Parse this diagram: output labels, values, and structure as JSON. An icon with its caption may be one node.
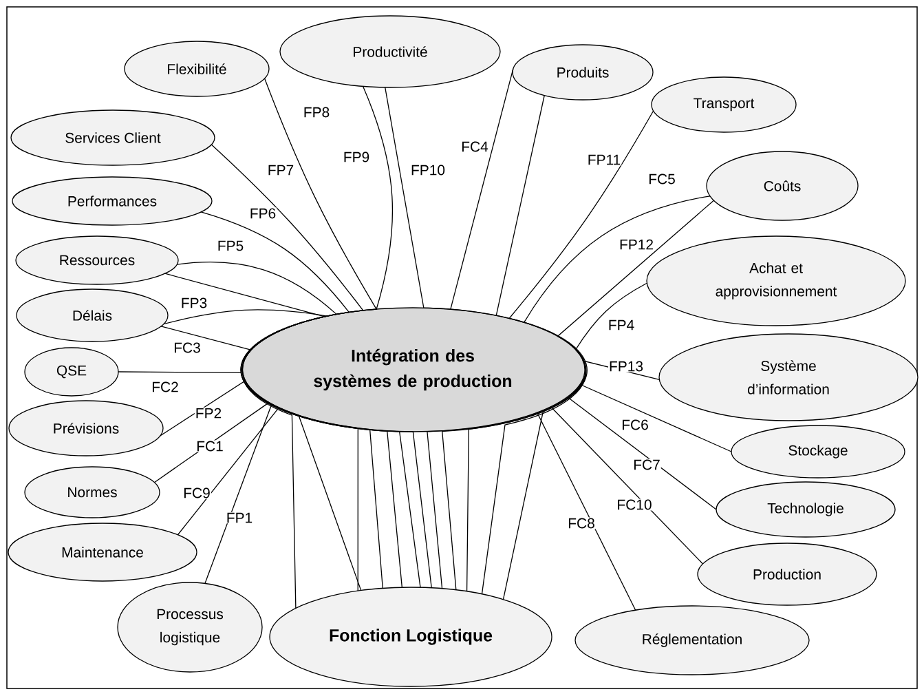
{
  "diagram": {
    "nodes": [
      {
        "text": [
          "Intégration des systèmes de production"
        ]
      },
      {
        "text": [
          "Fonction Logistique"
        ]
      },
      {
        "text": [
          "Productivité"
        ]
      },
      {
        "text": [
          "Flexibilité"
        ]
      },
      {
        "text": [
          "Produits"
        ]
      },
      {
        "text": [
          "Transport"
        ]
      },
      {
        "text": [
          "Services Client"
        ]
      },
      {
        "text": [
          "Coûts"
        ]
      },
      {
        "text": [
          "Performances"
        ]
      },
      {
        "text": [
          "Achat et approvisionnement"
        ]
      },
      {
        "text": [
          "Ressources"
        ]
      },
      {
        "text": [
          "Délais"
        ]
      },
      {
        "text": [
          "Système d’information"
        ]
      },
      {
        "text": [
          "QSE"
        ]
      },
      {
        "text": [
          "Prévisions"
        ]
      },
      {
        "text": [
          "Stockage"
        ]
      },
      {
        "text": [
          "Normes"
        ]
      },
      {
        "text": [
          "Technologie"
        ]
      },
      {
        "text": [
          "Maintenance"
        ]
      },
      {
        "text": [
          "Production"
        ]
      },
      {
        "text": [
          "Processus logistique"
        ]
      },
      {
        "text": [
          "Réglementation"
        ]
      }
    ],
    "edges": [
      {
        "from": 20,
        "to": 0,
        "arrow": "none",
        "label": "FP1"
      },
      {
        "from": 14,
        "to": 1,
        "arrow": "none",
        "label": "FP2"
      },
      {
        "from": 11,
        "to": 1,
        "arrow": "none",
        "label": "FP3"
      },
      {
        "from": 9,
        "to": 1,
        "arrow": "none",
        "label": "FP4"
      },
      {
        "from": 10,
        "to": 1,
        "arrow": "none",
        "label": "FP5"
      },
      {
        "from": 8,
        "to": 1,
        "arrow": "none",
        "label": "FP6"
      },
      {
        "from": 6,
        "to": 1,
        "arrow": "none",
        "label": "FP7"
      },
      {
        "from": 3,
        "to": 1,
        "arrow": "none",
        "label": "FP8"
      },
      {
        "from": 2,
        "to": 1,
        "arrow": "none",
        "label": "FP9"
      },
      {
        "from": 2,
        "to": 1,
        "arrow": "none",
        "label": "FP10"
      },
      {
        "from": 5,
        "to": 1,
        "arrow": "none",
        "label": "FP11"
      },
      {
        "from": 7,
        "to": 1,
        "arrow": "none",
        "label": "FP12"
      },
      {
        "from": 12,
        "to": 1,
        "arrow": "none",
        "label": "FP13"
      },
      {
        "from": 16,
        "to": 0,
        "arrow": "none",
        "label": "FC1"
      },
      {
        "from": 13,
        "to": 0,
        "arrow": "none",
        "label": "FC2"
      },
      {
        "from": 11,
        "to": 0,
        "arrow": "none",
        "label": "FC3"
      },
      {
        "from": 4,
        "to": 0,
        "arrow": "none",
        "label": "FC4"
      },
      {
        "from": 7,
        "to": 0,
        "arrow": "none",
        "label": "FC5"
      },
      {
        "from": 15,
        "to": 0,
        "arrow": "none",
        "label": "FC6"
      },
      {
        "from": 17,
        "to": 0,
        "arrow": "none",
        "label": "FC7"
      },
      {
        "from": 21,
        "to": 0,
        "arrow": "none",
        "label": "FC8"
      },
      {
        "from": 18,
        "to": 0,
        "arrow": "none",
        "label": "FC9"
      },
      {
        "from": 19,
        "to": 0,
        "arrow": "none",
        "label": "FC10"
      },
      {
        "from": 4,
        "to": 0,
        "arrow": "none"
      },
      {
        "from": 10,
        "to": 0,
        "arrow": "none"
      }
    ]
  }
}
